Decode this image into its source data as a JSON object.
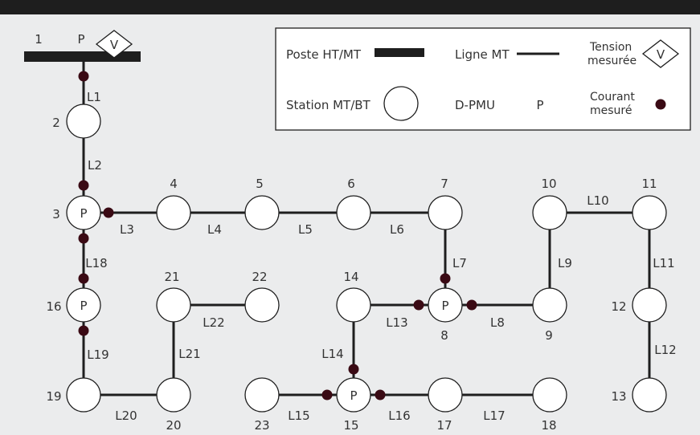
{
  "colors": {
    "background": "#ebeced",
    "line": "#1e1e1e",
    "node_fill": "#ffffff",
    "current_dot": "#3a0a14",
    "legend_bg": "#ffffff"
  },
  "source_bus": {
    "number": "1",
    "pmu_label": "P",
    "voltage_label": "V"
  },
  "nodes": [
    {
      "id": "2",
      "pmu": false
    },
    {
      "id": "3",
      "pmu": true
    },
    {
      "id": "4",
      "pmu": false
    },
    {
      "id": "5",
      "pmu": false
    },
    {
      "id": "6",
      "pmu": false
    },
    {
      "id": "7",
      "pmu": false
    },
    {
      "id": "8",
      "pmu": true
    },
    {
      "id": "9",
      "pmu": false
    },
    {
      "id": "10",
      "pmu": false
    },
    {
      "id": "11",
      "pmu": false
    },
    {
      "id": "12",
      "pmu": false
    },
    {
      "id": "13",
      "pmu": false
    },
    {
      "id": "14",
      "pmu": false
    },
    {
      "id": "15",
      "pmu": true
    },
    {
      "id": "16",
      "pmu": true
    },
    {
      "id": "17",
      "pmu": false
    },
    {
      "id": "18",
      "pmu": false
    },
    {
      "id": "19",
      "pmu": false
    },
    {
      "id": "20",
      "pmu": false
    },
    {
      "id": "21",
      "pmu": false
    },
    {
      "id": "22",
      "pmu": false
    },
    {
      "id": "23",
      "pmu": false
    }
  ],
  "lines": [
    {
      "id": "L1",
      "from": "1",
      "to": "2"
    },
    {
      "id": "L2",
      "from": "2",
      "to": "3"
    },
    {
      "id": "L3",
      "from": "3",
      "to": "4"
    },
    {
      "id": "L4",
      "from": "4",
      "to": "5"
    },
    {
      "id": "L5",
      "from": "5",
      "to": "6"
    },
    {
      "id": "L6",
      "from": "6",
      "to": "7"
    },
    {
      "id": "L7",
      "from": "7",
      "to": "8"
    },
    {
      "id": "L8",
      "from": "8",
      "to": "9"
    },
    {
      "id": "L9",
      "from": "9",
      "to": "10"
    },
    {
      "id": "L10",
      "from": "10",
      "to": "11"
    },
    {
      "id": "L11",
      "from": "11",
      "to": "12"
    },
    {
      "id": "L12",
      "from": "12",
      "to": "13"
    },
    {
      "id": "L13",
      "from": "14",
      "to": "8"
    },
    {
      "id": "L14",
      "from": "14",
      "to": "15"
    },
    {
      "id": "L15",
      "from": "23",
      "to": "15"
    },
    {
      "id": "L16",
      "from": "15",
      "to": "17"
    },
    {
      "id": "L17",
      "from": "17",
      "to": "18"
    },
    {
      "id": "L18",
      "from": "3",
      "to": "16"
    },
    {
      "id": "L19",
      "from": "16",
      "to": "19"
    },
    {
      "id": "L20",
      "from": "19",
      "to": "20"
    },
    {
      "id": "L21",
      "from": "20",
      "to": "21"
    },
    {
      "id": "L22",
      "from": "21",
      "to": "22"
    }
  ],
  "legend": {
    "substation_label": "Poste HT/MT",
    "line_label": "Ligne MT",
    "voltage_label": [
      "Tension",
      "mesurée"
    ],
    "voltage_symbol": "V",
    "station_label": "Station MT/BT",
    "pmu_label": "D-PMU",
    "pmu_symbol": "P",
    "current_label": [
      "Courant",
      "mesuré"
    ]
  }
}
